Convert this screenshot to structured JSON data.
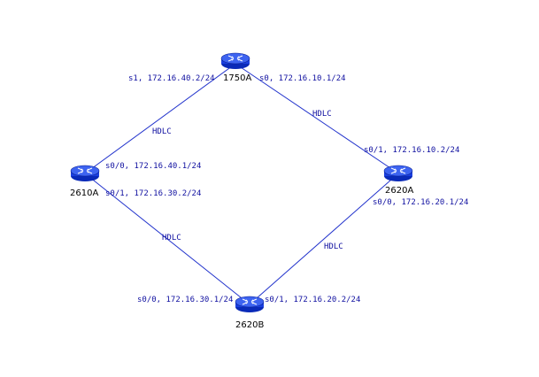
{
  "routers": {
    "r1750a": {
      "name": "1750A"
    },
    "r2610a": {
      "name": "2610A"
    },
    "r2620a": {
      "name": "2620A"
    },
    "r2620b": {
      "name": "2620B"
    }
  },
  "links": {
    "top_left": {
      "protocol": "HDLC"
    },
    "top_right": {
      "protocol": "HDLC"
    },
    "bottom_left": {
      "protocol": "HDLC"
    },
    "bottom_right": {
      "protocol": "HDLC"
    }
  },
  "interfaces": {
    "r1750a_s1": "s1, 172.16.40.2/24",
    "r1750a_s0": "s0, 172.16.10.1/24",
    "r2620a_s01": "s0/1, 172.16.10.2/24",
    "r2620a_s00": "s0/0, 172.16.20.1/24",
    "r2610a_s00": "s0/0, 172.16.40.1/24",
    "r2610a_s01": "s0/1, 172.16.30.2/24",
    "r2620b_s00": "s0/0, 172.16.30.1/24",
    "r2620b_s01": "s0/1, 172.16.20.2/24"
  },
  "colors": {
    "link": "#2233cc",
    "router_body": "#1a3fe0",
    "label_text": "#1010a0"
  },
  "icons": {
    "router": "router-icon"
  }
}
